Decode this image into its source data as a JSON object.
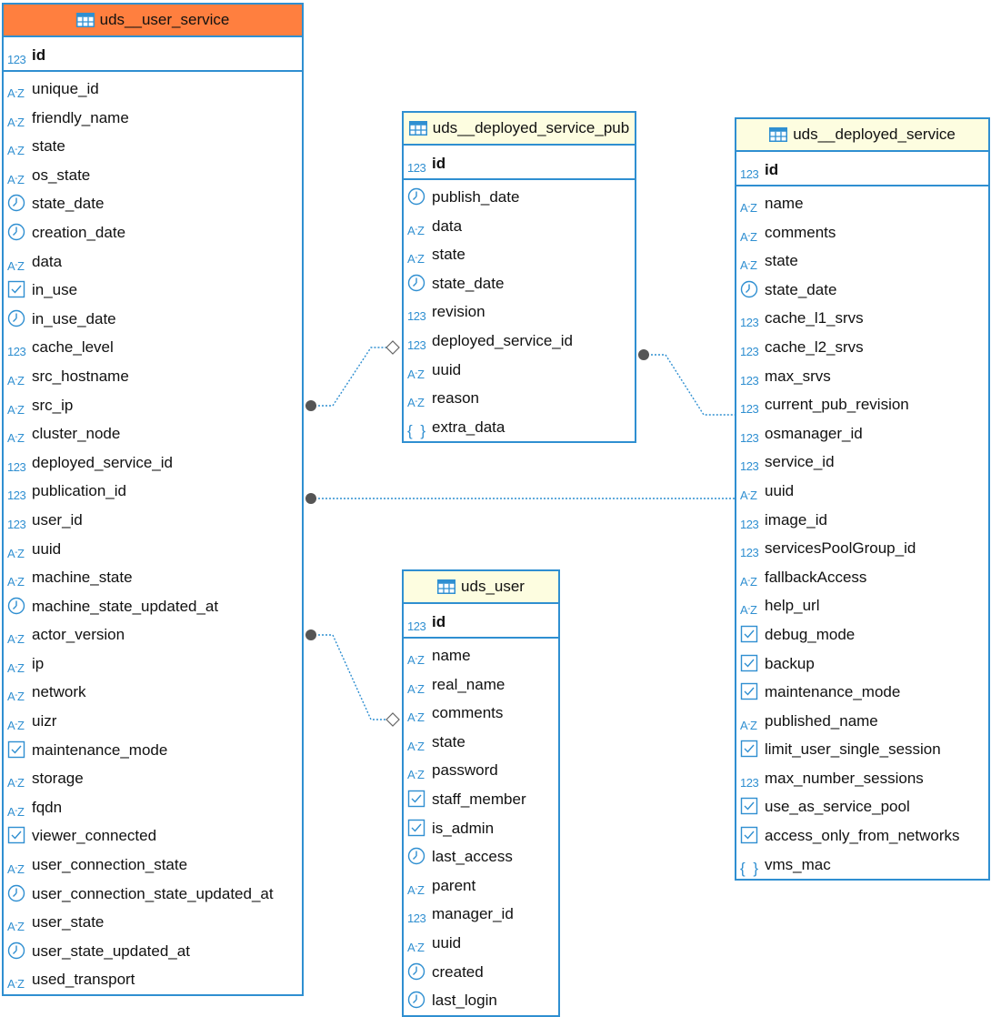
{
  "colors": {
    "border": "#2f8fd1",
    "header_selected": "#ff7f3f",
    "header_default": "#fdfde0",
    "connector": "#2f8fd1",
    "connector_dot": "#555555"
  },
  "entities": [
    {
      "id": "uds_user_service",
      "title": "uds__user_service",
      "selected": true,
      "pk": {
        "name": "id",
        "icon": "numeric-icon"
      },
      "columns": [
        {
          "name": "unique_id",
          "icon": "text-icon"
        },
        {
          "name": "friendly_name",
          "icon": "text-icon"
        },
        {
          "name": "state",
          "icon": "text-icon"
        },
        {
          "name": "os_state",
          "icon": "text-icon"
        },
        {
          "name": "state_date",
          "icon": "clock-icon"
        },
        {
          "name": "creation_date",
          "icon": "clock-icon"
        },
        {
          "name": "data",
          "icon": "text-icon"
        },
        {
          "name": "in_use",
          "icon": "checkbox-icon"
        },
        {
          "name": "in_use_date",
          "icon": "clock-icon"
        },
        {
          "name": "cache_level",
          "icon": "numeric-icon"
        },
        {
          "name": "src_hostname",
          "icon": "text-icon"
        },
        {
          "name": "src_ip",
          "icon": "text-icon"
        },
        {
          "name": "cluster_node",
          "icon": "text-icon"
        },
        {
          "name": "deployed_service_id",
          "icon": "numeric-icon"
        },
        {
          "name": "publication_id",
          "icon": "numeric-icon"
        },
        {
          "name": "user_id",
          "icon": "numeric-icon"
        },
        {
          "name": "uuid",
          "icon": "text-icon"
        },
        {
          "name": "machine_state",
          "icon": "text-icon"
        },
        {
          "name": "machine_state_updated_at",
          "icon": "clock-icon"
        },
        {
          "name": "actor_version",
          "icon": "text-icon"
        },
        {
          "name": "ip",
          "icon": "text-icon"
        },
        {
          "name": "network",
          "icon": "text-icon"
        },
        {
          "name": "uizr",
          "icon": "text-icon"
        },
        {
          "name": "maintenance_mode",
          "icon": "checkbox-icon"
        },
        {
          "name": "storage",
          "icon": "text-icon"
        },
        {
          "name": "fqdn",
          "icon": "text-icon"
        },
        {
          "name": "viewer_connected",
          "icon": "checkbox-icon"
        },
        {
          "name": "user_connection_state",
          "icon": "text-icon"
        },
        {
          "name": "user_connection_state_updated_at",
          "icon": "clock-icon"
        },
        {
          "name": "user_state",
          "icon": "text-icon"
        },
        {
          "name": "user_state_updated_at",
          "icon": "clock-icon"
        },
        {
          "name": "used_transport",
          "icon": "text-icon"
        }
      ]
    },
    {
      "id": "uds_deployed_service_pub",
      "title": "uds__deployed_service_pub",
      "selected": false,
      "pk": {
        "name": "id",
        "icon": "numeric-icon"
      },
      "columns": [
        {
          "name": "publish_date",
          "icon": "clock-icon"
        },
        {
          "name": "data",
          "icon": "text-icon"
        },
        {
          "name": "state",
          "icon": "text-icon"
        },
        {
          "name": "state_date",
          "icon": "clock-icon"
        },
        {
          "name": "revision",
          "icon": "numeric-icon"
        },
        {
          "name": "deployed_service_id",
          "icon": "numeric-icon"
        },
        {
          "name": "uuid",
          "icon": "text-icon"
        },
        {
          "name": "reason",
          "icon": "text-icon"
        },
        {
          "name": "extra_data",
          "icon": "json-icon"
        }
      ]
    },
    {
      "id": "uds_deployed_service",
      "title": "uds__deployed_service",
      "selected": false,
      "pk": {
        "name": "id",
        "icon": "numeric-icon"
      },
      "columns": [
        {
          "name": "name",
          "icon": "text-icon"
        },
        {
          "name": "comments",
          "icon": "text-icon"
        },
        {
          "name": "state",
          "icon": "text-icon"
        },
        {
          "name": "state_date",
          "icon": "clock-icon"
        },
        {
          "name": "cache_l1_srvs",
          "icon": "numeric-icon"
        },
        {
          "name": "cache_l2_srvs",
          "icon": "numeric-icon"
        },
        {
          "name": "max_srvs",
          "icon": "numeric-icon"
        },
        {
          "name": "current_pub_revision",
          "icon": "numeric-icon"
        },
        {
          "name": "osmanager_id",
          "icon": "numeric-icon"
        },
        {
          "name": "service_id",
          "icon": "numeric-icon"
        },
        {
          "name": "uuid",
          "icon": "text-icon"
        },
        {
          "name": "image_id",
          "icon": "numeric-icon"
        },
        {
          "name": "servicesPoolGroup_id",
          "icon": "numeric-icon"
        },
        {
          "name": "fallbackAccess",
          "icon": "text-icon"
        },
        {
          "name": "help_url",
          "icon": "text-icon"
        },
        {
          "name": "debug_mode",
          "icon": "checkbox-icon"
        },
        {
          "name": "backup",
          "icon": "checkbox-icon"
        },
        {
          "name": "maintenance_mode",
          "icon": "checkbox-icon"
        },
        {
          "name": "published_name",
          "icon": "text-icon"
        },
        {
          "name": "limit_user_single_session",
          "icon": "checkbox-icon"
        },
        {
          "name": "max_number_sessions",
          "icon": "numeric-icon"
        },
        {
          "name": "use_as_service_pool",
          "icon": "checkbox-icon"
        },
        {
          "name": "access_only_from_networks",
          "icon": "checkbox-icon"
        },
        {
          "name": "vms_mac",
          "icon": "json-icon"
        }
      ]
    },
    {
      "id": "uds_user",
      "title": "uds_user",
      "selected": false,
      "pk": {
        "name": "id",
        "icon": "numeric-icon"
      },
      "columns": [
        {
          "name": "name",
          "icon": "text-icon"
        },
        {
          "name": "real_name",
          "icon": "text-icon"
        },
        {
          "name": "comments",
          "icon": "text-icon"
        },
        {
          "name": "state",
          "icon": "text-icon"
        },
        {
          "name": "password",
          "icon": "text-icon"
        },
        {
          "name": "staff_member",
          "icon": "checkbox-icon"
        },
        {
          "name": "is_admin",
          "icon": "checkbox-icon"
        },
        {
          "name": "last_access",
          "icon": "clock-icon"
        },
        {
          "name": "parent",
          "icon": "text-icon"
        },
        {
          "name": "manager_id",
          "icon": "numeric-icon"
        },
        {
          "name": "uuid",
          "icon": "text-icon"
        },
        {
          "name": "created",
          "icon": "clock-icon"
        },
        {
          "name": "last_login",
          "icon": "clock-icon"
        }
      ]
    }
  ],
  "relations": [
    {
      "from": "uds_user_service",
      "to": "uds_deployed_service_pub",
      "from_end": "dot",
      "to_end": "diamond"
    },
    {
      "from": "uds_deployed_service_pub",
      "to": "uds_deployed_service",
      "from_end": "dot",
      "to_end": "none"
    },
    {
      "from": "uds_user_service",
      "to": "uds_deployed_service",
      "from_end": "dot",
      "to_end": "none"
    },
    {
      "from": "uds_user_service",
      "to": "uds_user",
      "from_end": "dot",
      "to_end": "diamond"
    }
  ]
}
